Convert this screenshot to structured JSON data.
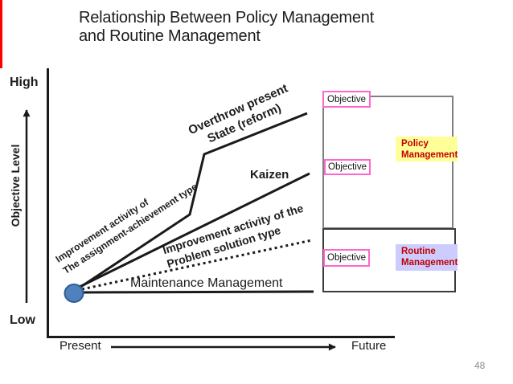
{
  "slide": {
    "title_line1": "Relationship Between Policy Management",
    "title_line2": "and Routine Management",
    "page_number": "48"
  },
  "axes": {
    "high": "High",
    "low": "Low",
    "y_axis_label": "Objective Level",
    "x_start": "Present",
    "x_end": "Future"
  },
  "diagram": {
    "reform_line1": "Overthrow present",
    "reform_line2": "State (reform)",
    "kaizen": "Kaizen",
    "assignment_line1": "Improvement activity of",
    "assignment_line2": "The assignment-achievement type",
    "problem_line1": "Improvement activity of the",
    "problem_line2": "Problem solution type",
    "maintenance": "Maintenance Management"
  },
  "panel": {
    "objective_top": "Objective",
    "objective_middle": "Objective",
    "objective_bottom": "Objective",
    "policy_line1": "Policy",
    "policy_line2": "Management",
    "routine_line1": "Routine",
    "routine_line2": "Management"
  },
  "colors": {
    "accent_red": "#ff0000",
    "policy_bg": "#ffff99",
    "routine_bg": "#ccccff",
    "management_text": "#c00000",
    "objective_border": "#ff66cc",
    "upper_box_border": "#7f7f7f",
    "lower_box_border": "#3b3b3b",
    "dot_fill": "#4f81bd",
    "dot_stroke": "#2e5e94",
    "line_color": "#1a1a1a",
    "page_number_color": "#8e8e8e"
  }
}
